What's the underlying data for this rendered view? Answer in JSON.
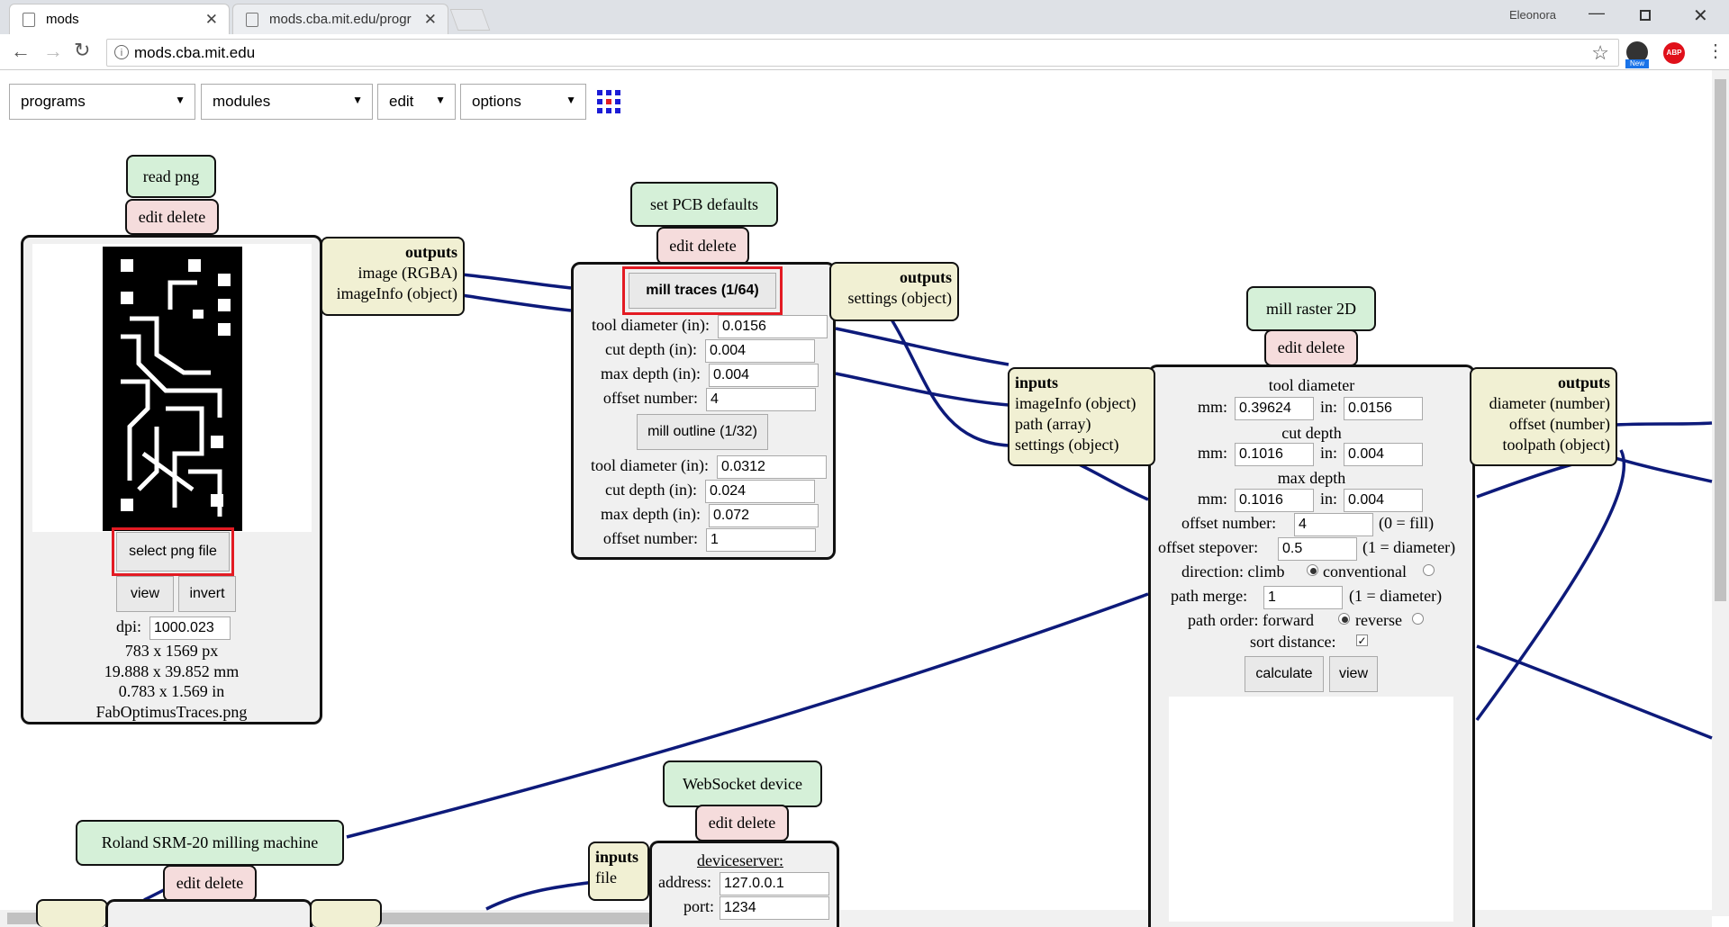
{
  "browser": {
    "user_name": "Eleonora",
    "tabs": [
      {
        "label": "mods"
      },
      {
        "label": "mods.cba.mit.edu/progr"
      }
    ],
    "url": "mods.cba.mit.edu",
    "ext_badge": "New",
    "abp_label": "ABP"
  },
  "menus": {
    "programs": "programs",
    "modules": "modules",
    "edit": "edit",
    "options": "options"
  },
  "read_png": {
    "title": "read png",
    "edit_delete": "edit delete",
    "outputs_title": "outputs",
    "outputs": [
      "image (RGBA)",
      "imageInfo (object)"
    ],
    "select_btn": "select png file",
    "view_btn": "view",
    "invert_btn": "invert",
    "dpi_label": "dpi:",
    "dpi_value": "1000.023",
    "info": [
      "783 x 1569 px",
      "19.888 x 39.852 mm",
      "0.783 x 1.569 in",
      "FabOptimusTraces.png"
    ]
  },
  "pcb_defaults": {
    "title": "set PCB defaults",
    "edit_delete": "edit delete",
    "outputs_title": "outputs",
    "outputs": [
      "settings (object)"
    ],
    "traces_btn": "mill traces (1/64)",
    "outline_btn": "mill outline (1/32)",
    "traces": [
      {
        "label": "tool diameter (in):",
        "value": "0.0156"
      },
      {
        "label": "cut depth (in):",
        "value": "0.004"
      },
      {
        "label": "max depth (in):",
        "value": "0.004"
      },
      {
        "label": "offset number:",
        "value": "4"
      }
    ],
    "outline": [
      {
        "label": "tool diameter (in):",
        "value": "0.0312"
      },
      {
        "label": "cut depth (in):",
        "value": "0.024"
      },
      {
        "label": "max depth (in):",
        "value": "0.072"
      },
      {
        "label": "offset number:",
        "value": "1"
      }
    ]
  },
  "mill_raster": {
    "title": "mill raster 2D",
    "edit_delete": "edit delete",
    "inputs_title": "inputs",
    "inputs": [
      "imageInfo (object)",
      "path (array)",
      "settings (object)"
    ],
    "outputs_title": "outputs",
    "outputs": [
      "diameter (number)",
      "offset (number)",
      "toolpath (object)"
    ],
    "tool_diameter": "tool diameter",
    "cut_depth": "cut depth",
    "max_depth": "max depth",
    "mm_label": "mm:",
    "in_label": "in:",
    "td_mm": "0.39624",
    "td_in": "0.0156",
    "cd_mm": "0.1016",
    "cd_in": "0.004",
    "md_mm": "0.1016",
    "md_in": "0.004",
    "offset_number_label": "offset number:",
    "offset_number": "4",
    "offset_number_hint": "(0 = fill)",
    "offset_stepover_label": "offset stepover:",
    "offset_stepover": "0.5",
    "offset_stepover_hint": "(1 = diameter)",
    "direction_label": "direction: climb",
    "direction_conventional": "conventional",
    "path_merge_label": "path merge:",
    "path_merge": "1",
    "path_merge_hint": "(1 = diameter)",
    "path_order_label": "path order: forward",
    "path_order_reverse": "reverse",
    "sort_distance_label": "sort distance:",
    "calculate_btn": "calculate",
    "view_btn": "view"
  },
  "websocket": {
    "title": "WebSocket device",
    "edit_delete": "edit delete",
    "inputs_title": "inputs",
    "inputs": [
      "file"
    ],
    "deviceserver": "deviceserver:",
    "address_label": "address:",
    "address": "127.0.0.1",
    "port_label": "port:",
    "port": "1234"
  },
  "roland": {
    "title": "Roland SRM-20 milling machine",
    "edit_delete": "edit delete"
  },
  "colors": {
    "wire": "#0d1a7a",
    "module_title_bg": "#d5f0d8",
    "edit_delete_bg": "#f5dcdc",
    "port_bg": "#f1f0d3",
    "highlight": "#e31b23"
  }
}
